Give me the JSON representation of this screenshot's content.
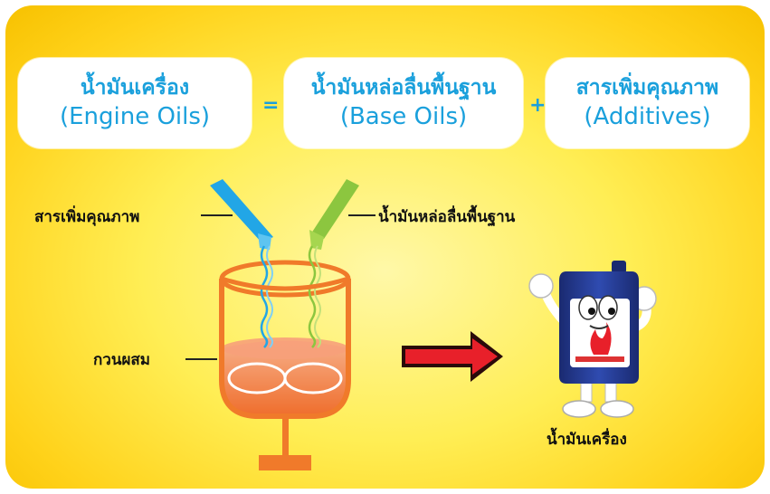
{
  "equation": {
    "engine_oils": {
      "thai": "น้ำมันเครื่อง",
      "english": "(Engine Oils)"
    },
    "equals": "=",
    "base_oils": {
      "thai": "น้ำมันหล่อลื่นพื้นฐาน",
      "english": "(Base Oils)"
    },
    "plus": "+",
    "additives": {
      "thai": "สารเพิ่มคุณภาพ",
      "english": "(Additives)"
    }
  },
  "labels": {
    "additives": "สารเพิ่มคุณภาพ",
    "base_oil": "น้ำมันหล่อลื่นพื้นฐาน",
    "mixer": "กวนผสม",
    "engine_oil": "น้ำมันเครื่อง"
  },
  "colors": {
    "heading_text": "#1aa0dc",
    "additive_tube": "#22a6e6",
    "base_oil_tube": "#8cc63f",
    "tank_orange": "#f07a2a",
    "arrow_red": "#e8202a"
  },
  "icons": {
    "mascot": "oil-bottle-mascot-icon",
    "arrow": "right-arrow-icon"
  }
}
